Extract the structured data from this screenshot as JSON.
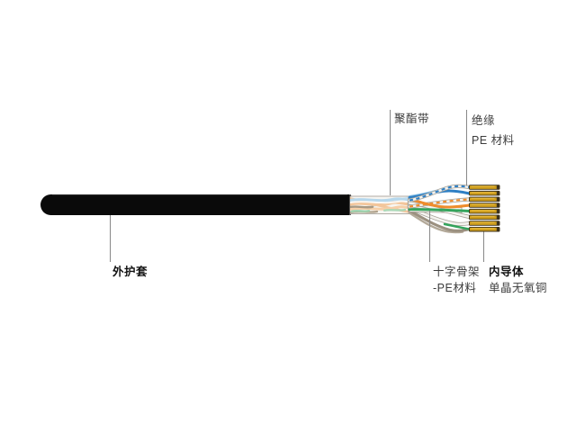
{
  "diagram": {
    "type": "cable-structure-diagram",
    "conductor_count": 8,
    "callouts": {
      "polyester_tape": {
        "label": "聚酯带"
      },
      "insulation": {
        "label_line1": "绝缘",
        "label_line2": "PE 材料"
      },
      "outer_sheath": {
        "label": "外护套"
      },
      "cross_skeleton": {
        "label_line1": "十字骨架",
        "label_line2": "-PE材料"
      },
      "inner_conductor": {
        "label_line1": "内导体",
        "label_line2": "单晶无氧铜"
      }
    },
    "colors": {
      "sheath_black": "#0a0a0a",
      "wrap_white": "#f7f6f2",
      "wire_blue": "#2e7fc4",
      "wire_blue_light": "#b5d7ec",
      "wire_orange": "#ee8c2c",
      "wire_orange_light": "#f3c69b",
      "wire_green": "#34a45c",
      "wire_green_light": "#9fd3ae",
      "wire_tan": "#9b9080",
      "wire_white": "#f4f3ef",
      "pin_gold": "#cf9e1d",
      "pin_edge": "#3c321c",
      "leader_line": "#878787",
      "label_text": "#3d3d3d",
      "label_text_bold": "#111111"
    }
  }
}
